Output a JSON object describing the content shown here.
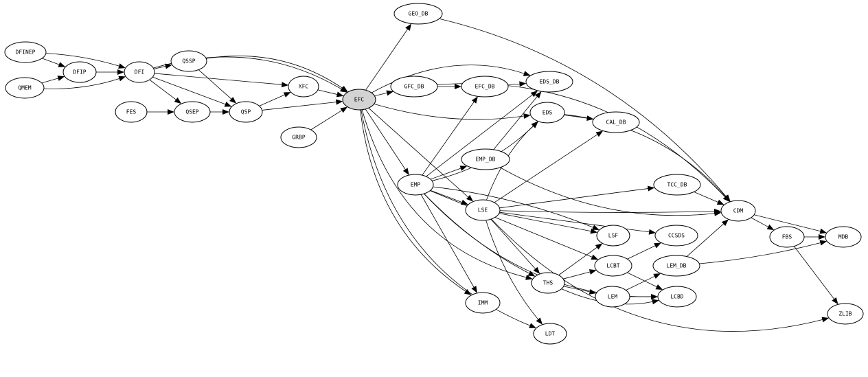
{
  "graph": {
    "highlight_color": "#d3d3d3",
    "highlighted_node": "EFC",
    "nodes": [
      "DFINEP",
      "QMEM",
      "DFIP",
      "DFI",
      "QSSP",
      "FES",
      "QSEP",
      "QSP",
      "XFC",
      "EFC",
      "GRBP",
      "GEO_DB",
      "GFC_DB",
      "EFC_DB",
      "EDS_DB",
      "EDS",
      "CAL_DB",
      "EMP_DB",
      "EMP",
      "LSE",
      "TCC_DB",
      "CDM",
      "LSF",
      "CCSDS",
      "LCBT",
      "LEM_DB",
      "FBS",
      "MDB",
      "THS",
      "LEM",
      "LCBD",
      "IMM",
      "LDT",
      "ZLIB"
    ],
    "edges": [
      [
        "DFINEP",
        "DFIP"
      ],
      [
        "DFINEP",
        "DFI"
      ],
      [
        "QMEM",
        "DFIP"
      ],
      [
        "QMEM",
        "DFI"
      ],
      [
        "DFIP",
        "DFI"
      ],
      [
        "DFI",
        "QSSP"
      ],
      [
        "DFI",
        "QSEP"
      ],
      [
        "DFI",
        "QSP"
      ],
      [
        "DFI",
        "XFC"
      ],
      [
        "DFI",
        "EFC"
      ],
      [
        "QSSP",
        "QSP"
      ],
      [
        "QSSP",
        "EFC"
      ],
      [
        "FES",
        "QSEP"
      ],
      [
        "QSEP",
        "QSP"
      ],
      [
        "QSP",
        "XFC"
      ],
      [
        "QSP",
        "EFC"
      ],
      [
        "XFC",
        "EFC"
      ],
      [
        "GRBP",
        "EFC"
      ],
      [
        "EFC",
        "GEO_DB"
      ],
      [
        "EFC",
        "GFC_DB"
      ],
      [
        "EFC",
        "EDS_DB"
      ],
      [
        "EFC",
        "EDS"
      ],
      [
        "EFC",
        "EMP"
      ],
      [
        "EFC",
        "LSE"
      ],
      [
        "EFC",
        "LDT"
      ],
      [
        "EFC",
        "IMM"
      ],
      [
        "EFC",
        "THS"
      ],
      [
        "GFC_DB",
        "EFC_DB"
      ],
      [
        "GFC_DB",
        "CDM"
      ],
      [
        "GEO_DB",
        "CDM"
      ],
      [
        "EFC_DB",
        "EDS_DB"
      ],
      [
        "EDS",
        "CAL_DB"
      ],
      [
        "EDS",
        "CDM"
      ],
      [
        "EMP",
        "EFC_DB"
      ],
      [
        "EMP",
        "EDS_DB"
      ],
      [
        "EMP",
        "EMP_DB"
      ],
      [
        "EMP",
        "EDS"
      ],
      [
        "EMP",
        "LSE"
      ],
      [
        "EMP",
        "IMM"
      ],
      [
        "EMP",
        "LCBT"
      ],
      [
        "EMP",
        "THS"
      ],
      [
        "EMP",
        "LCBD"
      ],
      [
        "EMP",
        "LSF"
      ],
      [
        "EMP_DB",
        "EDS_DB"
      ],
      [
        "EMP_DB",
        "CDM"
      ],
      [
        "LSE",
        "EDS"
      ],
      [
        "LSE",
        "CAL_DB"
      ],
      [
        "LSE",
        "TCC_DB"
      ],
      [
        "LSE",
        "CDM"
      ],
      [
        "LSE",
        "LSF"
      ],
      [
        "LSE",
        "CCSDS"
      ],
      [
        "LSE",
        "THS"
      ],
      [
        "LSE",
        "LDT"
      ],
      [
        "LSE",
        "ZLIB"
      ],
      [
        "TCC_DB",
        "CDM"
      ],
      [
        "CDM",
        "FBS"
      ],
      [
        "CDM",
        "MDB"
      ],
      [
        "FBS",
        "MDB"
      ],
      [
        "FBS",
        "ZLIB"
      ],
      [
        "LEM_DB",
        "CDM"
      ],
      [
        "LEM_DB",
        "MDB"
      ],
      [
        "THS",
        "LSF"
      ],
      [
        "THS",
        "LCBT"
      ],
      [
        "THS",
        "LEM"
      ],
      [
        "THS",
        "LCBD"
      ],
      [
        "LCBT",
        "CCSDS"
      ],
      [
        "LCBT",
        "LCBD"
      ],
      [
        "LEM",
        "LEM_DB"
      ],
      [
        "LEM",
        "LCBD"
      ]
    ]
  }
}
